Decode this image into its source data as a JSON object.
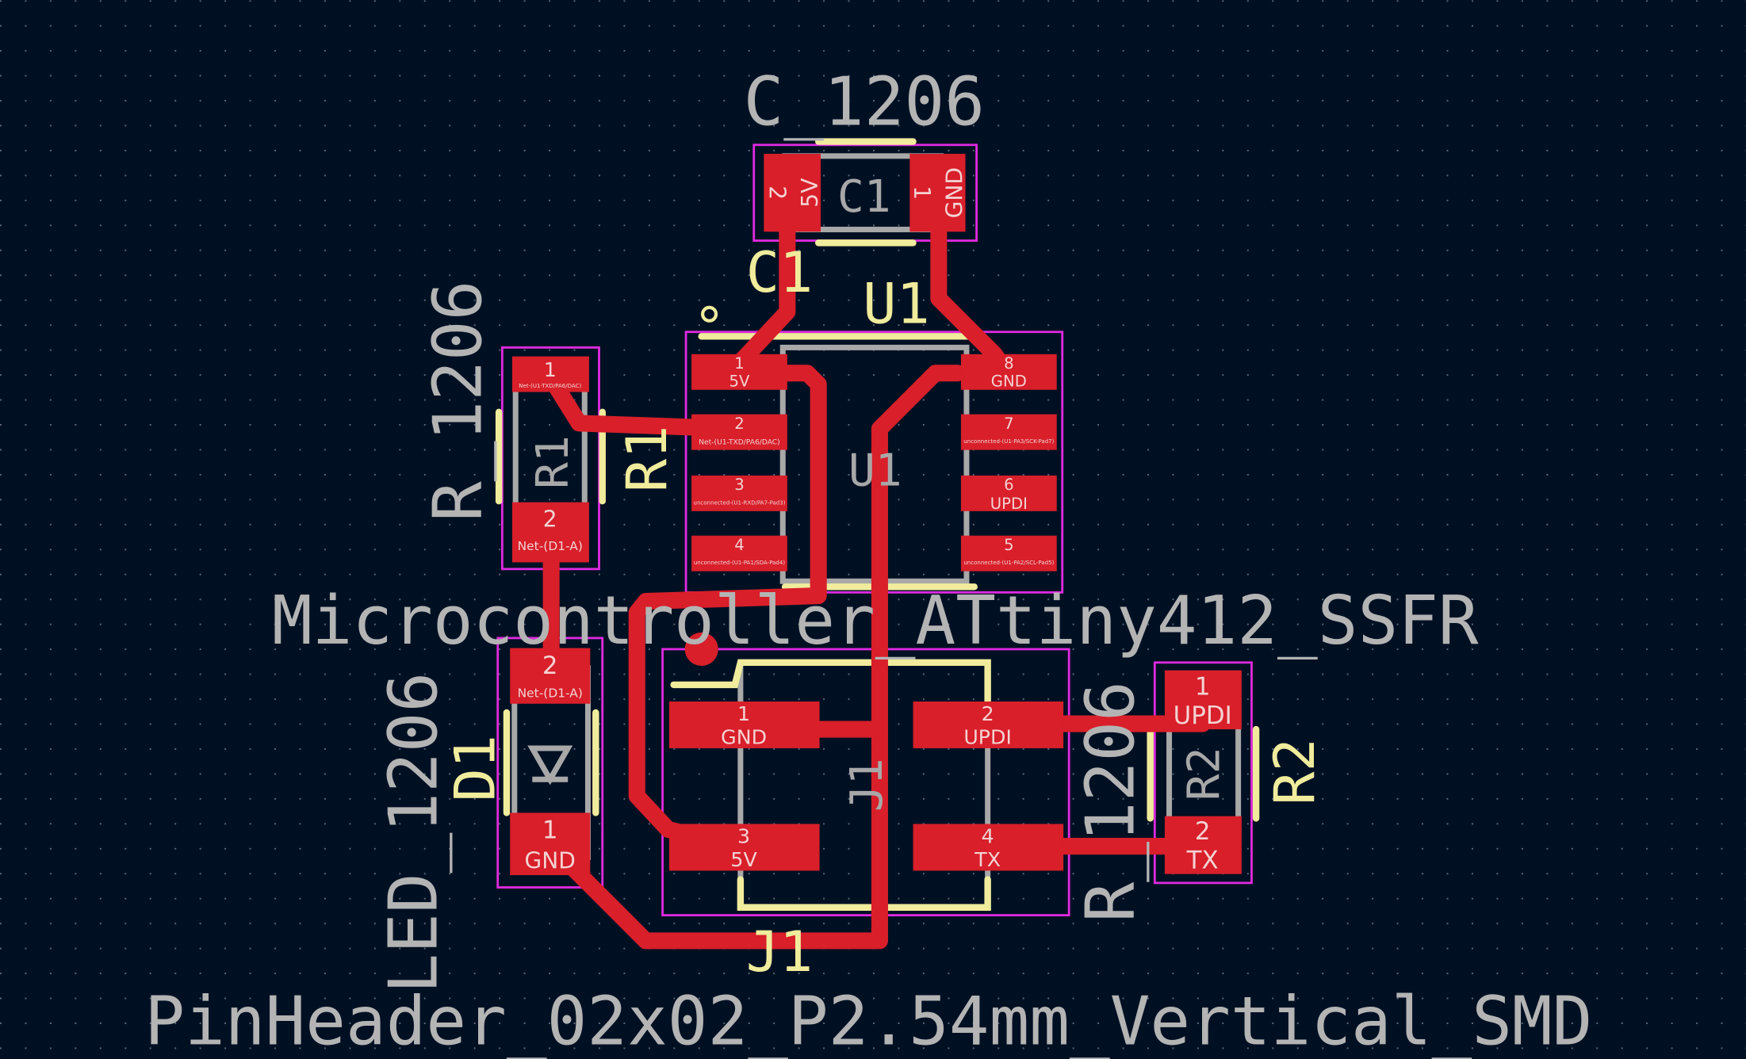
{
  "colors": {
    "background": "#001023",
    "copper": "#d81f2a",
    "silkscreen": "#f0ec9c",
    "fab": "#a8a8a8",
    "courtyard": "#e02ae0"
  },
  "footprints": {
    "c1": {
      "value": "C_1206",
      "ref": "C1",
      "pads": [
        {
          "num": "2",
          "net": "5V"
        },
        {
          "num": "1",
          "net": "GND"
        }
      ]
    },
    "u1": {
      "value": "Microcontroller_ATtiny412_SSFR",
      "ref": "U1",
      "pads": [
        {
          "num": "1",
          "net": "5V"
        },
        {
          "num": "2",
          "net": "Net-(U1-TXD/PA6/DAC)"
        },
        {
          "num": "3",
          "net": "unconnected-(U1-RXD/PA7-Pad3)"
        },
        {
          "num": "4",
          "net": "unconnected-(U1-PA1/SDA-Pad4)"
        },
        {
          "num": "8",
          "net": "GND"
        },
        {
          "num": "7",
          "net": "unconnected-(U1-PA3/SCK-Pad7)"
        },
        {
          "num": "6",
          "net": "UPDI"
        },
        {
          "num": "5",
          "net": "unconnected-(U1-PA2/SCL-Pad5)"
        }
      ]
    },
    "r1": {
      "value": "R_1206",
      "ref": "R1",
      "pads": [
        {
          "num": "1",
          "net": "Net-(U1-TXD/PA6/DAC)"
        },
        {
          "num": "2",
          "net": "Net-(D1-A)"
        }
      ]
    },
    "d1": {
      "value": "LED_1206",
      "ref": "D1",
      "pads": [
        {
          "num": "2",
          "net": "Net-(D1-A)"
        },
        {
          "num": "1",
          "net": "GND"
        }
      ]
    },
    "j1": {
      "value": "PinHeader_02x02_P2.54mm_Vertical_SMD",
      "ref": "J1",
      "pads": [
        {
          "num": "1",
          "net": "GND"
        },
        {
          "num": "2",
          "net": "UPDI"
        },
        {
          "num": "3",
          "net": "5V"
        },
        {
          "num": "4",
          "net": "TX"
        }
      ]
    },
    "r2": {
      "value": "R_1206",
      "ref": "R2",
      "pads": [
        {
          "num": "1",
          "net": "UPDI"
        },
        {
          "num": "2",
          "net": "TX"
        }
      ]
    }
  }
}
